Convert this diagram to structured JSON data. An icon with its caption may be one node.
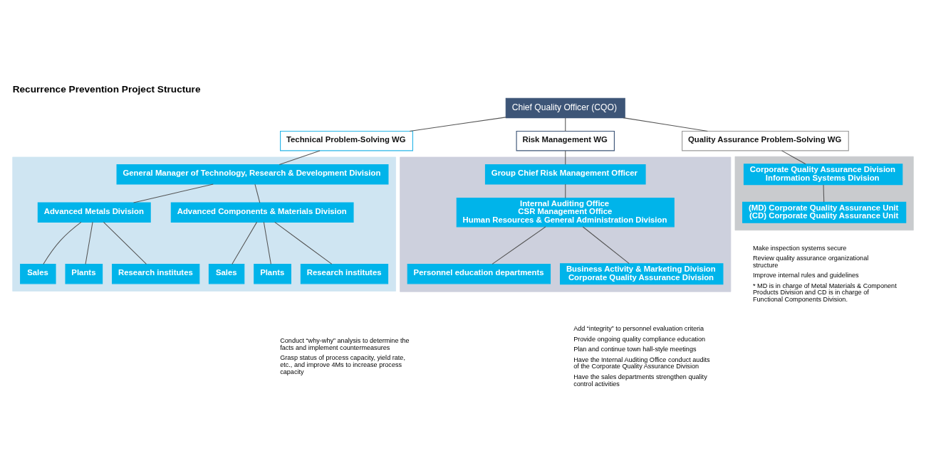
{
  "diagram": {
    "title": "Recurrence Prevention Project Structure",
    "nodes": [
      {
        "text": [
          "Chief Quality Officer (CQO)"
        ]
      },
      {
        "text": [
          "Technical Problem-Solving WG"
        ]
      },
      {
        "text": [
          "Risk Management WG"
        ]
      },
      {
        "text": [
          "Quality Assurance Problem-Solving WG"
        ]
      },
      {
        "text": [],
        "shape": "box",
        "beside": [
          "Conduct “why-why” analysis to determine the facts and implement countermeasures",
          "Grasp status of process capacity, yield rate, etc., and improve 4Ms to increase process capacity"
        ]
      },
      {
        "text": [
          "General Manager of Technology, Research & Development Division"
        ],
        "in": 4
      },
      {
        "text": [
          "Advanced Metals Division"
        ],
        "in": 4
      },
      {
        "text": [
          "Advanced Components & Materials Division"
        ],
        "in": 4
      },
      {
        "text": [
          "Sales"
        ],
        "in": 4
      },
      {
        "text": [
          "Plants"
        ],
        "in": 4
      },
      {
        "text": [
          "Research institutes"
        ],
        "in": 4
      },
      {
        "text": [
          "Sales"
        ],
        "in": 4
      },
      {
        "text": [
          "Plants"
        ],
        "in": 4
      },
      {
        "text": [
          "Research institutes"
        ],
        "in": 4
      },
      {
        "text": [],
        "shape": "box",
        "beside": [
          "Add “integrity” to personnel evaluation criteria",
          "Provide ongoing quality compliance education",
          "Plan and continue town hall-style meetings",
          "Have the Internal Auditing Office conduct audits of the Corporate Quality Assurance Division",
          "Have the sales departments strengthen quality control activities"
        ]
      },
      {
        "text": [
          "Group Chief Risk Management Officer"
        ],
        "in": 14
      },
      {
        "text": [
          "Internal Auditing Office",
          "CSR Management Office",
          "Human Resources & General Administration Division"
        ],
        "in": 14
      },
      {
        "text": [
          "Personnel education departments"
        ],
        "in": 14
      },
      {
        "text": [
          "Business Activity & Marketing Division",
          "Corporate Quality Assurance Division"
        ],
        "in": 14
      },
      {
        "text": [],
        "shape": "box",
        "beside": [
          "Make inspection systems secure",
          "Review quality assurance organizational structure",
          "Improve internal rules and guidelines",
          "* MD is in charge of Metal Materials & Component Products Division and CD is in charge of Functional Components Division."
        ]
      },
      {
        "text": [
          "Corporate Quality Assurance Division",
          "Information Systems Division"
        ],
        "in": 19
      },
      {
        "text": [
          "(MD) Corporate Quality Assurance Unit",
          "(CD) Corporate Quality Assurance Unit"
        ],
        "in": 19
      }
    ],
    "edges": [
      {
        "from": 0,
        "to": 1,
        "arrow": "none"
      },
      {
        "from": 0,
        "to": 2,
        "arrow": "none"
      },
      {
        "from": 0,
        "to": 3,
        "arrow": "none"
      },
      {
        "from": 1,
        "to": 5,
        "arrow": "none"
      },
      {
        "from": 5,
        "to": 6,
        "arrow": "none"
      },
      {
        "from": 5,
        "to": 7,
        "arrow": "none"
      },
      {
        "from": 6,
        "to": 8,
        "arrow": "none"
      },
      {
        "from": 6,
        "to": 9,
        "arrow": "none"
      },
      {
        "from": 6,
        "to": 10,
        "arrow": "none"
      },
      {
        "from": 7,
        "to": 11,
        "arrow": "none"
      },
      {
        "from": 7,
        "to": 12,
        "arrow": "none"
      },
      {
        "from": 7,
        "to": 13,
        "arrow": "none"
      },
      {
        "from": 2,
        "to": 15,
        "arrow": "none"
      },
      {
        "from": 15,
        "to": 16,
        "arrow": "none"
      },
      {
        "from": 16,
        "to": 17,
        "arrow": "none"
      },
      {
        "from": 16,
        "to": 18,
        "arrow": "none"
      },
      {
        "from": 3,
        "to": 20,
        "arrow": "none"
      },
      {
        "from": 20,
        "to": 21,
        "arrow": "none"
      }
    ]
  }
}
